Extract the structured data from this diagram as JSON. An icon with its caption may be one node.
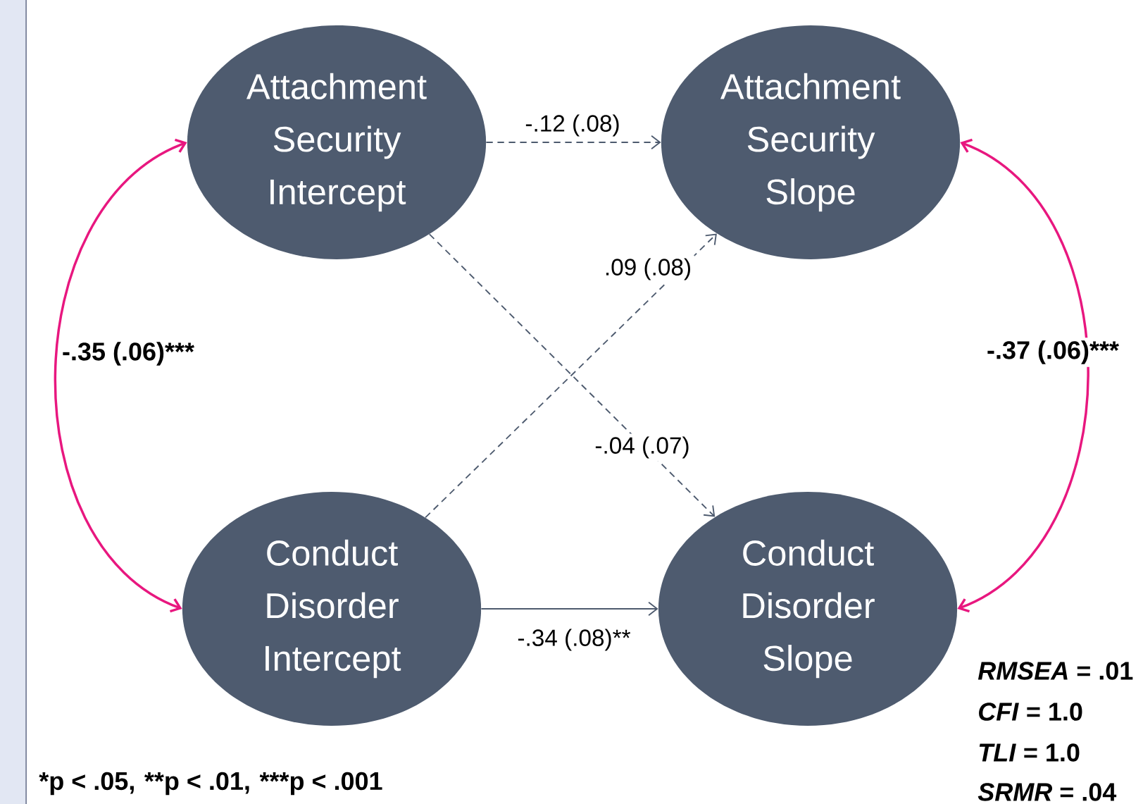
{
  "diagram": {
    "nodes": [
      {
        "text": [
          "Attachment Security Intercept"
        ]
      },
      {
        "text": [
          "Attachment Security Slope"
        ]
      },
      {
        "text": [
          "Conduct Disorder Intercept"
        ]
      },
      {
        "text": [
          "Conduct Disorder Slope"
        ]
      }
    ],
    "edges": [
      {
        "from": 0,
        "to": 1,
        "arrow": "to",
        "label": "-.12 (.08)",
        "style": "dashed"
      },
      {
        "from": 2,
        "to": 1,
        "arrow": "to",
        "label": ".09 (.08)",
        "style": "dashed"
      },
      {
        "from": 0,
        "to": 3,
        "arrow": "to",
        "label": "-.04 (.07)",
        "style": "dashed"
      },
      {
        "from": 2,
        "to": 3,
        "arrow": "to",
        "label": "-.34 (.08)**"
      },
      {
        "from": 0,
        "to": 2,
        "arrow": "both",
        "label": "-.35 (.06)***",
        "color": "#e8177f"
      },
      {
        "from": 1,
        "to": 3,
        "arrow": "both",
        "label": "-.37 (.06)***",
        "color": "#e8177f"
      }
    ],
    "labels": [
      "*RMSEA* = .01",
      "*CFI* = 1.0",
      "*TLI* = 1.0",
      "*SRMR* = .04",
      "*p < .05,",
      "**p < .01,",
      "***p < .001"
    ]
  }
}
